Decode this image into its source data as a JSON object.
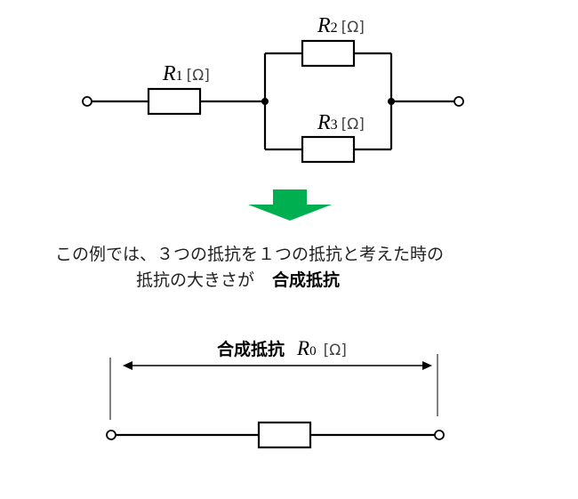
{
  "top_circuit": {
    "r1": {
      "symbol": "R",
      "sub": "1",
      "unit": "[Ω]"
    },
    "r2": {
      "symbol": "R",
      "sub": "2",
      "unit": "[Ω]"
    },
    "r3": {
      "symbol": "R",
      "sub": "3",
      "unit": "[Ω]"
    }
  },
  "arrow_color": "#00b050",
  "caption": {
    "line1": "この例では、３つの抵抗を１つの抵抗と考えた時の",
    "line2_prefix": "抵抗の大きさが",
    "line2_emph": "合成抵抗"
  },
  "bottom_circuit": {
    "label_word": "合成抵抗",
    "symbol": "R",
    "sub": "0",
    "unit": "[Ω]"
  }
}
